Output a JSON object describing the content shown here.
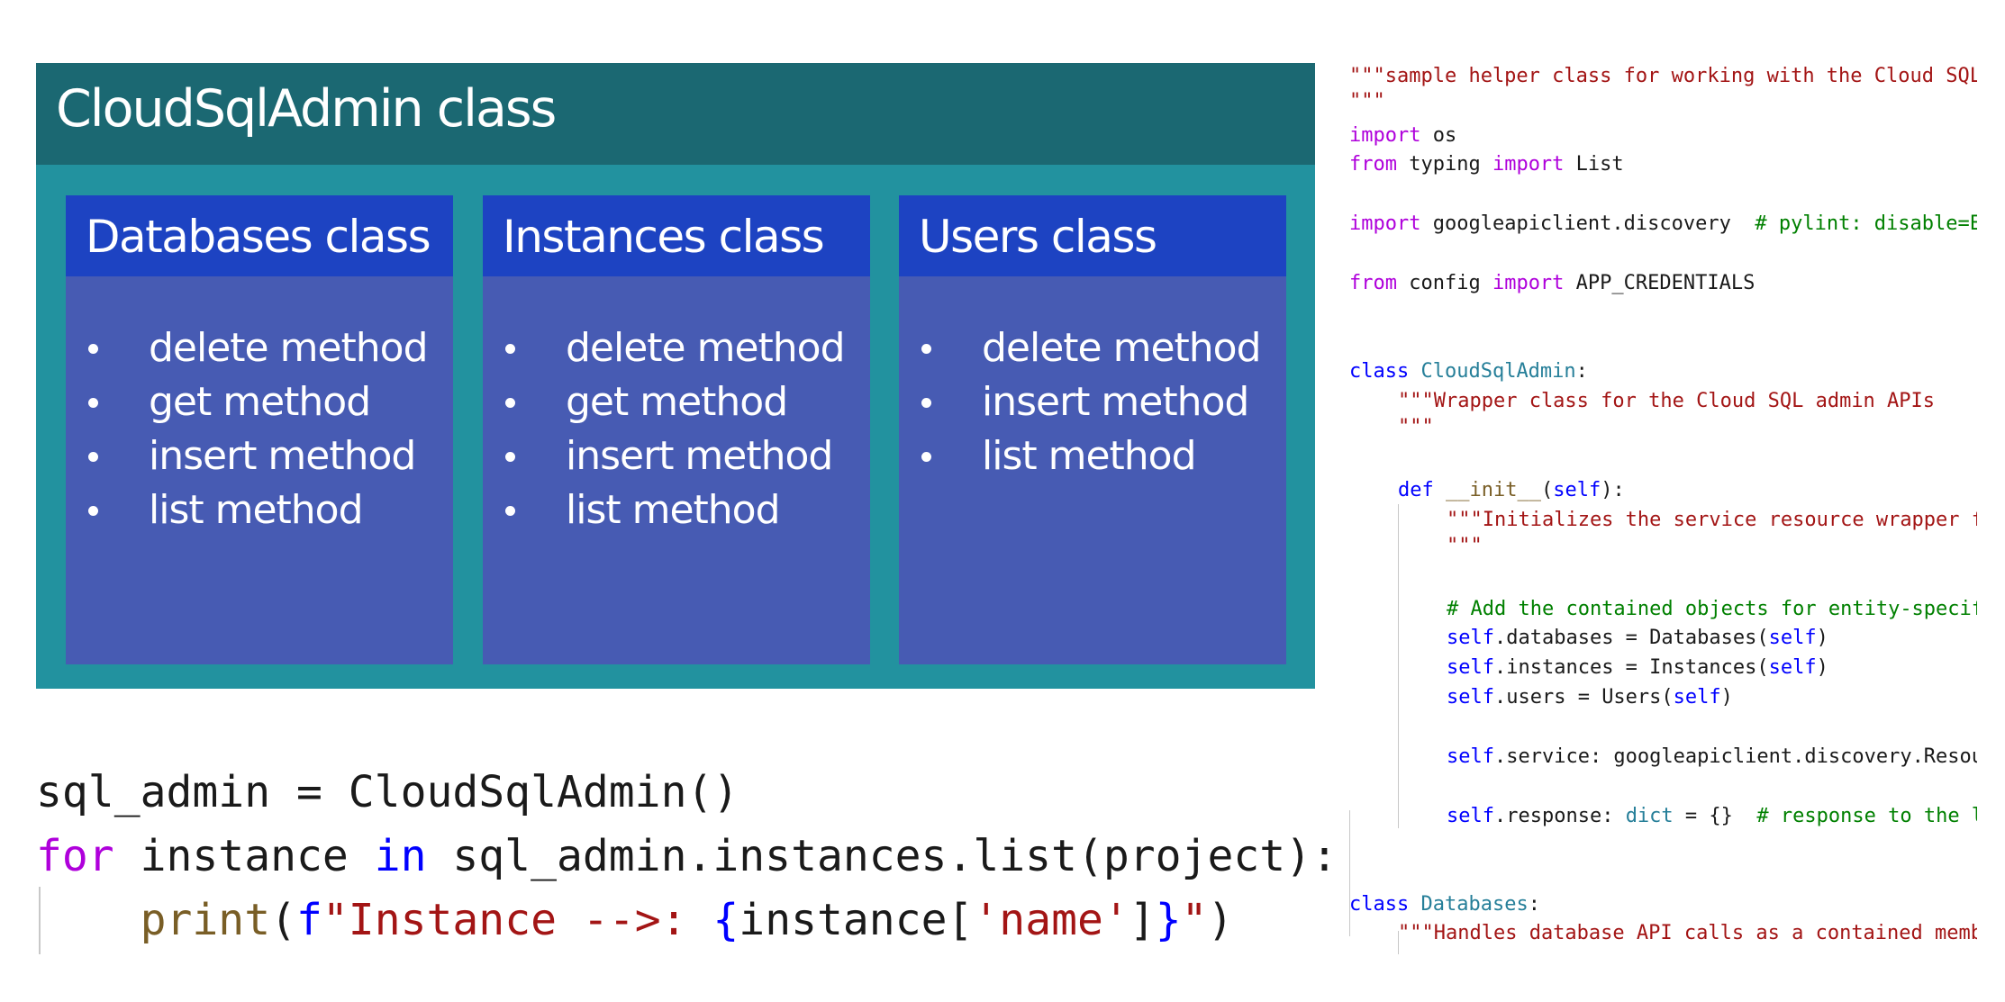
{
  "diagram": {
    "title": "CloudSqlAdmin class",
    "cards": [
      {
        "title": "Databases class",
        "methods": [
          "delete method",
          "get method",
          "insert method",
          "list method"
        ]
      },
      {
        "title": "Instances class",
        "methods": [
          "delete method",
          "get method",
          "insert method",
          "list method"
        ]
      },
      {
        "title": "Users class",
        "methods": [
          "delete method",
          "insert method",
          "list method"
        ]
      }
    ],
    "colors": {
      "outer": "#22929f",
      "header": "#1b6872",
      "card": "#475bb3",
      "card_header": "#1d43c2"
    }
  },
  "snippet": {
    "line1": {
      "a": "sql_admin = CloudSqlAdmin()"
    },
    "line2": {
      "kw_for": "for",
      "a": " instance ",
      "kw_in": "in",
      "b": " sql_admin.instances.list(project):"
    },
    "line3": {
      "fn": "print",
      "p1": "(",
      "f": "f",
      "s1": "\"Instance -->: ",
      "b1": "{",
      "v": "instance[",
      "s2": "'name'",
      "v2": "]",
      "b2": "}",
      "s3": "\"",
      "p2": ")"
    }
  },
  "code": {
    "l1": "\"\"\"sample helper class for working with the Cloud SQL",
    "l2": "\"\"\"",
    "l3_kw": "import",
    "l3_rest": " os",
    "l4_kw1": "from",
    "l4_mid": " typing ",
    "l4_kw2": "import",
    "l4_rest": " List",
    "l5_kw": "import",
    "l5_rest": " googleapiclient.discovery  ",
    "l5_cm": "# pylint: disable=E",
    "l6_kw1": "from",
    "l6_mid": " config ",
    "l6_kw2": "import",
    "l6_rest": " APP_CREDENTIALS",
    "l7_kw": "class",
    "l7_cls": " CloudSqlAdmin",
    "l7_rest": ":",
    "l8": "\"\"\"Wrapper class for the Cloud SQL admin APIs",
    "l9": "\"\"\"",
    "l10_kw": "def",
    "l10_fn": " __init__",
    "l10_p": "(",
    "l10_self": "self",
    "l10_end": "):",
    "l11": "\"\"\"Initializes the service resource wrapper f",
    "l12": "\"\"\"",
    "l13": "# Add the contained objects for entity-specif",
    "l14_self": "self",
    "l14_mid": ".databases = Databases(",
    "l14_self2": "self",
    "l14_end": ")",
    "l15_self": "self",
    "l15_mid": ".instances = Instances(",
    "l15_self2": "self",
    "l15_end": ")",
    "l16_self": "self",
    "l16_mid": ".users = Users(",
    "l16_self2": "self",
    "l16_end": ")",
    "l17_self": "self",
    "l17_rest": ".service: googleapiclient.discovery.Resou",
    "l18_self": "self",
    "l18_mid": ".response: ",
    "l18_bt": "dict",
    "l18_mid2": " = {}  ",
    "l18_cm": "# response to the l",
    "l19_kw": "class",
    "l19_cls": " Databases",
    "l19_rest": ":",
    "l20": "\"\"\"Handles database API calls as a contained memb"
  }
}
